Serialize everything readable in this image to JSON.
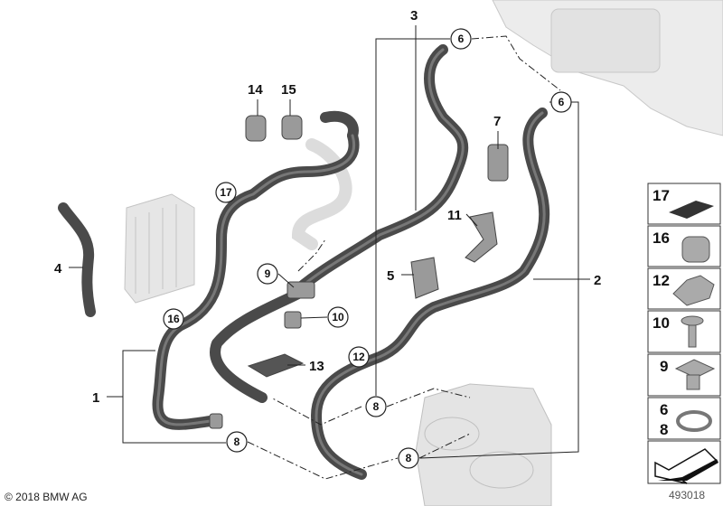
{
  "callouts": {
    "p1": "1",
    "p2": "2",
    "p3": "3",
    "p4": "4",
    "p5": "5",
    "p6a": "6",
    "p6b": "6",
    "p7": "7",
    "p8a": "8",
    "p8b": "8",
    "p8c": "8",
    "p9": "9",
    "p10": "10",
    "p11": "11",
    "p12": "12",
    "p13": "13",
    "p14": "14",
    "p15": "15",
    "p16": "16",
    "p17": "17"
  },
  "legend_panel": {
    "items": [
      "17",
      "16",
      "12",
      "10",
      "9",
      "6",
      "8"
    ]
  },
  "footer": {
    "copyright": "© 2018 BMW AG",
    "diagram_number": "493018"
  },
  "colors": {
    "hose": "#4a4a4a",
    "hose_highlight": "#8a8a8a",
    "ghost_part": "#d8d8d8",
    "line": "#222222"
  }
}
